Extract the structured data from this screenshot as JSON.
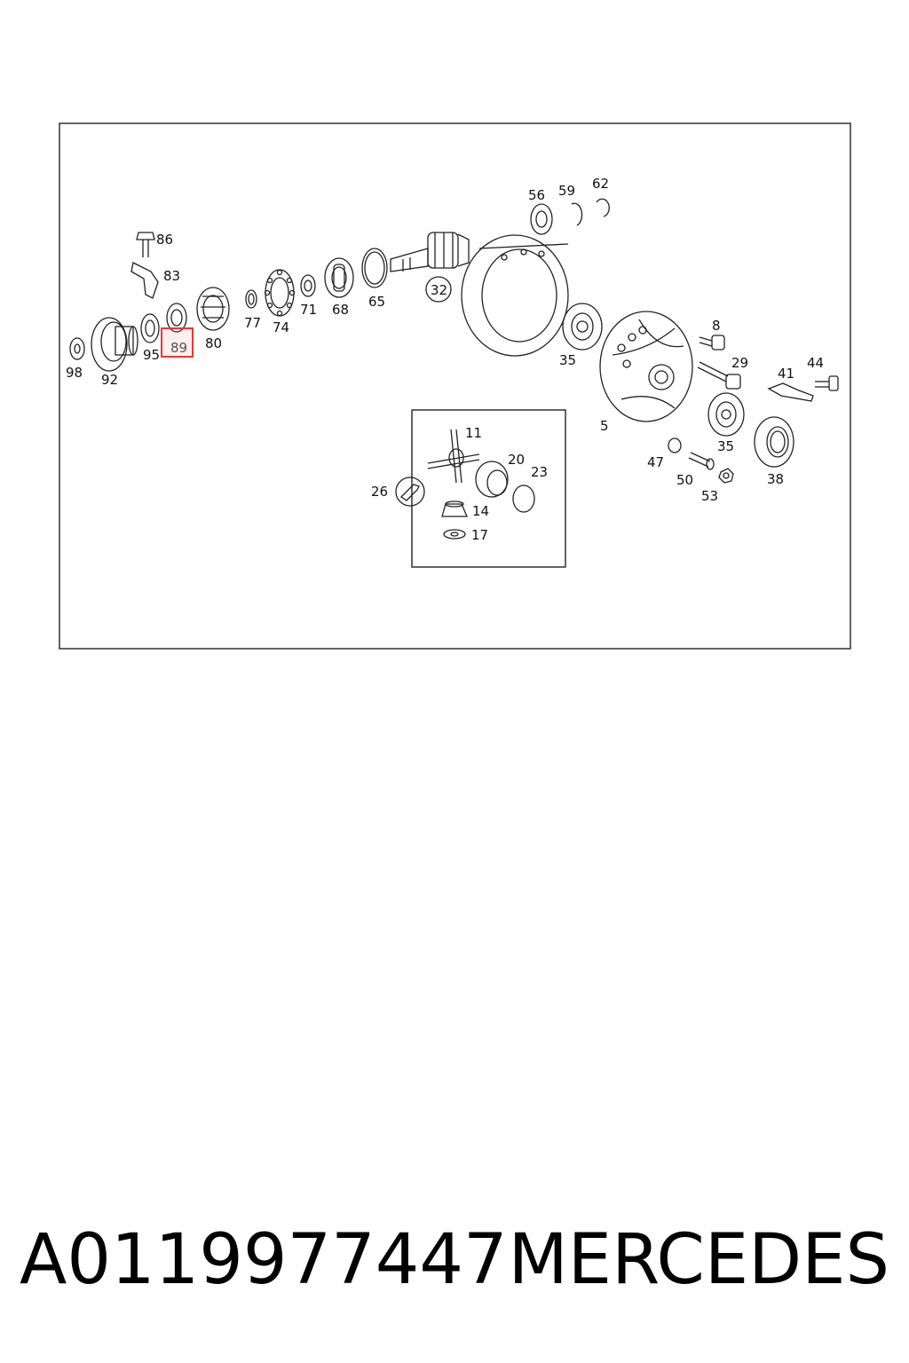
{
  "diagram": {
    "highlighted": "89",
    "highlight_color": "#e53935",
    "labels": [
      "86",
      "83",
      "98",
      "92",
      "95",
      "89",
      "80",
      "77",
      "74",
      "71",
      "68",
      "65",
      "32",
      "56",
      "59",
      "62",
      "35",
      "8",
      "29",
      "41",
      "44",
      "5",
      "35",
      "47",
      "50",
      "53",
      "38",
      "11",
      "20",
      "23",
      "26",
      "14",
      "17"
    ]
  },
  "footer": {
    "part_number": "A0119977447",
    "brand": "MERCEDES"
  }
}
